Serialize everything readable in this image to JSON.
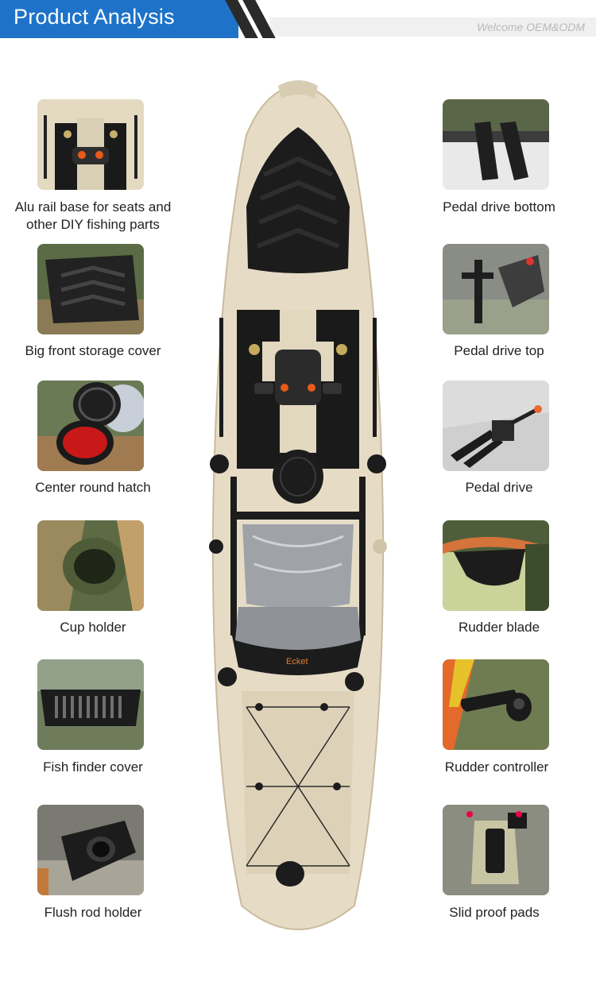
{
  "header": {
    "title": "Product Analysis",
    "welcome": "Welcome OEM&ODM"
  },
  "colors": {
    "header_blue": "#1e73c9",
    "hull_beige": "#e6dcc6",
    "deck_black": "#1c1c1c"
  },
  "left_features": [
    {
      "caption": "Alu rail base for seats and other DIY fishing parts"
    },
    {
      "caption": "Big front storage cover"
    },
    {
      "caption": "Center round hatch"
    },
    {
      "caption": "Cup holder"
    },
    {
      "caption": "Fish finder cover"
    },
    {
      "caption": "Flush rod holder"
    }
  ],
  "right_features": [
    {
      "caption": "Pedal drive bottom"
    },
    {
      "caption": "Pedal drive top"
    },
    {
      "caption": "Pedal drive"
    },
    {
      "caption": "Rudder blade"
    },
    {
      "caption": "Rudder controller"
    },
    {
      "caption": "Slid proof pads"
    }
  ],
  "kayak": {
    "seat_brand": "Ecket"
  }
}
